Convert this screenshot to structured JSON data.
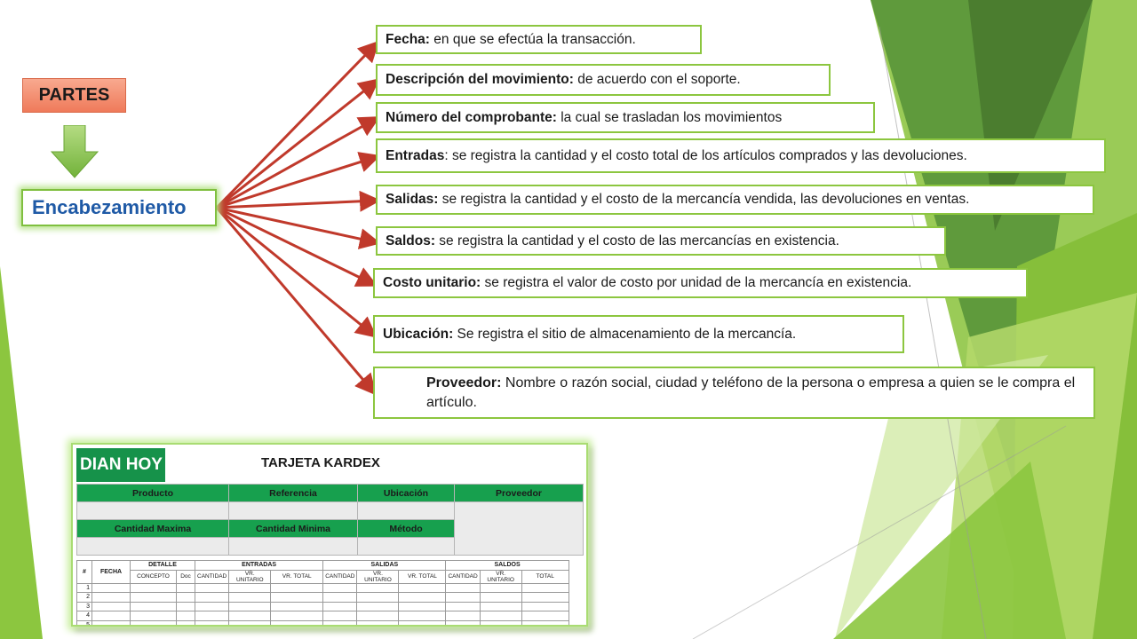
{
  "parts_label": "PARTES",
  "main_node": "Encabezamiento",
  "items": [
    {
      "term": "Fecha:",
      "desc": " en que se efectúa la transacción."
    },
    {
      "term": "Descripción del movimiento:",
      "desc": " de acuerdo con el soporte."
    },
    {
      "term": "Número del comprobante:",
      "desc": " la cual se trasladan los movimientos"
    },
    {
      "term": "Entradas",
      "desc": ": se registra la cantidad y el costo total de los artículos comprados y las devoluciones."
    },
    {
      "term": "Salidas:",
      "desc": " se registra la cantidad y el costo de la mercancía vendida, las devoluciones en ventas."
    },
    {
      "term": "Saldos:",
      "desc": " se registra la cantidad y el costo de las mercancías en existencia."
    },
    {
      "term": "Costo unitario:",
      "desc": " se registra el valor de costo por unidad de la mercancía en existencia."
    },
    {
      "term": "Ubicación:",
      "desc": " Se registra el sitio de almacenamiento de la mercancía."
    },
    {
      "term": "Proveedor:",
      "desc": " Nombre o razón social, ciudad y teléfono de la persona o empresa a quien se le compra el artículo."
    }
  ],
  "kardex": {
    "logo": "DIAN HOY",
    "title": "TARJETA KARDEX",
    "header_row1": [
      "Producto",
      "Referencia",
      "Ubicación",
      "Proveedor"
    ],
    "header_row2": [
      "Cantidad Maxima",
      "Cantidad Minima",
      "Método"
    ],
    "grid_groups": [
      "#",
      "FECHA",
      "DETALLE",
      "ENTRADAS",
      "SALIDAS",
      "SALDOS"
    ],
    "grid_sub": [
      "CONCEPTO",
      "Doc",
      "CANTIDAD",
      "VR. UNITARIO",
      "VR. TOTAL",
      "CANTIDAD",
      "VR. UNITARIO",
      "VR. TOTAL",
      "CANTIDAD",
      "VR. UNITARIO",
      "TOTAL"
    ],
    "row_numbers": [
      "1",
      "2",
      "3",
      "4",
      "5"
    ]
  },
  "colors": {
    "accent_green": "#8cc63f",
    "arrow_red": "#c0392b",
    "header_green": "#17a04e",
    "title_blue": "#1f5aa6"
  }
}
